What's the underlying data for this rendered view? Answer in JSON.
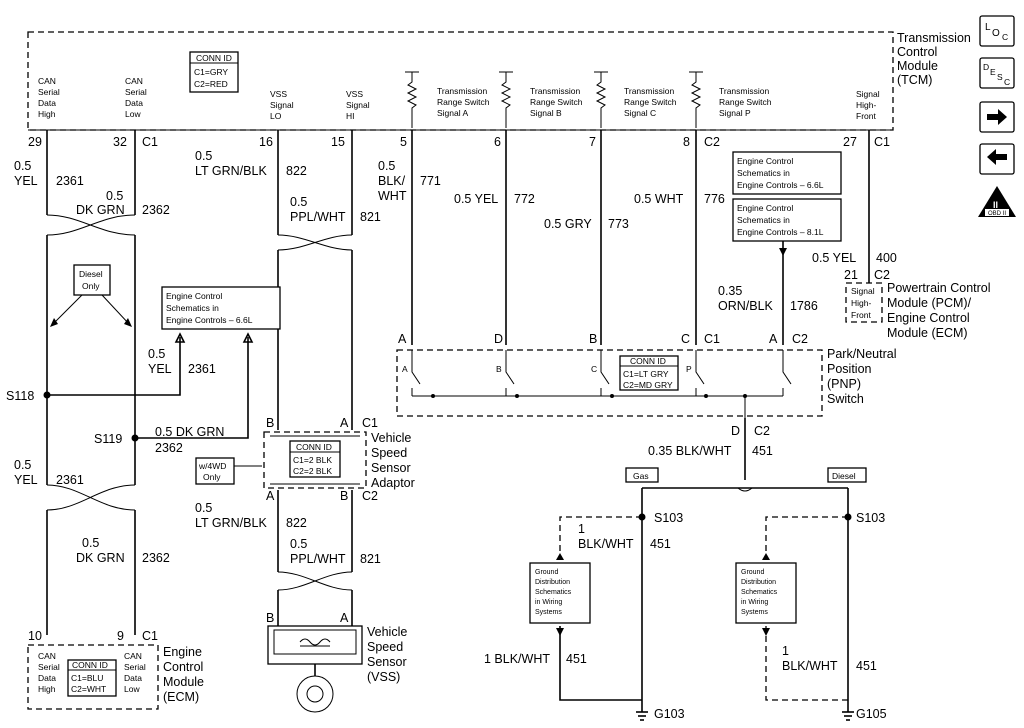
{
  "tcm": {
    "name_l1": "Transmission",
    "name_l2": "Control",
    "name_l3": "Module",
    "name_l4": "(TCM)"
  },
  "tcm_pins": {
    "can_high_l1": "CAN",
    "can_high_l2": "Serial",
    "can_high_l3": "Data",
    "can_high_l4": "High",
    "can_low_l1": "CAN",
    "can_low_l2": "Serial",
    "can_low_l3": "Data",
    "can_low_l4": "Low",
    "vss_lo_l1": "VSS",
    "vss_lo_l2": "Signal",
    "vss_lo_l3": "LO",
    "vss_hi_l1": "VSS",
    "vss_hi_l2": "Signal",
    "vss_hi_l3": "HI",
    "trs_l1": "Transmission",
    "trs_l2": "Range Switch",
    "trs_a": "Signal A",
    "trs_b": "Signal B",
    "trs_c": "Signal C",
    "trs_p": "Signal P",
    "shf_l1": "Signal",
    "shf_l2": "High-",
    "shf_l3": "Front"
  },
  "tcm_conn": {
    "title": "CONN ID",
    "c1": "C1=GRY",
    "c2": "C2=RED"
  },
  "pin_numbers": {
    "p29": "29",
    "p32": "32",
    "p16": "16",
    "p15": "15",
    "p5": "5",
    "p6": "6",
    "p7": "7",
    "p8": "8",
    "p27": "27",
    "c1": "C1",
    "c2": "C2"
  },
  "wires": {
    "w2361_size": "0.5",
    "w2361_color": "YEL",
    "w2361_num": "2361",
    "w2362_size": "0.5",
    "w2362_color": "DK GRN",
    "w2362_num": "2362",
    "w822_size": "0.5",
    "w822_color": "LT GRN/BLK",
    "w822_num": "822",
    "w821_size": "0.5",
    "w821_color": "PPL/WHT",
    "w821_num": "821",
    "w771_size": "0.5",
    "w771_c1": "BLK/",
    "w771_c2": "WHT",
    "w771_num": "771",
    "w772": "0.5 YEL",
    "w772_num": "772",
    "w773": "0.5 GRY",
    "w773_num": "773",
    "w776": "0.5 WHT",
    "w776_num": "776",
    "w400": "0.5 YEL",
    "w400_num": "400",
    "w1786_size": "0.35",
    "w1786_color": "ORN/BLK",
    "w1786_num": "1786",
    "w451_top": "0.35 BLK/WHT",
    "w451_num": "451",
    "w451_size": "1",
    "w451_color": "BLK/WHT",
    "w451_gnd": "1 BLK/WHT",
    "s119_wire": "0.5 DK GRN"
  },
  "ecm_refs": {
    "ec66_l1": "Engine Control",
    "ec66_l2": "Schematics in",
    "ec66_l3": "Engine Controls – 6.6L",
    "ec81_l3": "Engine Controls – 8.1L"
  },
  "diesel_only": {
    "l1": "Diesel",
    "l2": "Only"
  },
  "w4wd": {
    "l1": "w/4WD",
    "l2": "Only"
  },
  "splices": {
    "s118": "S118",
    "s119": "S119",
    "s103a": "S103",
    "s103b": "S103",
    "g103": "G103",
    "g105": "G105"
  },
  "vssa": {
    "title": "CONN ID",
    "c1": "C1=2 BLK",
    "c2": "C2=2 BLK",
    "l1": "Vehicle",
    "l2": "Speed",
    "l3": "Sensor",
    "l4": "Adaptor"
  },
  "vss": {
    "l1": "Vehicle",
    "l2": "Speed",
    "l3": "Sensor",
    "l4": "(VSS)"
  },
  "pcm": {
    "pin": "21",
    "conn": "C2",
    "l1": "Powertrain Control",
    "l2": "Module (PCM)/",
    "l3": "Engine Control",
    "l4": "Module (ECM)",
    "sig1": "Signal",
    "sig2": "High-",
    "sig3": "Front"
  },
  "pnp": {
    "title": "CONN ID",
    "c1": "C1=LT GRY",
    "c2": "C2=MD GRY",
    "l1": "Park/Neutral",
    "l2": "Position",
    "l3": "(PNP)",
    "l4": "Switch",
    "sw_a": "A",
    "sw_b": "B",
    "sw_c": "C",
    "sw_p": "P"
  },
  "pnp_pins": {
    "a": "A",
    "d": "D",
    "b": "B",
    "c": "C",
    "c1": "C1",
    "c2": "C2",
    "d2": "D"
  },
  "ecm": {
    "title": "CONN ID",
    "c1": "C1=BLU",
    "c2": "C2=WHT",
    "l1": "Engine",
    "l2": "Control",
    "l3": "Module",
    "l4": "(ECM)",
    "p10": "10",
    "p9": "9",
    "c1p": "C1"
  },
  "fuel": {
    "gas": "Gas",
    "diesel": "Diesel"
  },
  "gd": {
    "l1": "Ground",
    "l2": "Distribution",
    "l3": "Schematics",
    "l4": "in Wiring",
    "l5": "Systems"
  },
  "vssa_pins": {
    "b": "B",
    "a": "A",
    "c1": "C1",
    "c2": "C2"
  },
  "legend_icons": {
    "loc": "LOC",
    "desc": "DESC",
    "next": "right-arrow-icon",
    "prev": "left-arrow-icon",
    "obd": "OBD II"
  }
}
